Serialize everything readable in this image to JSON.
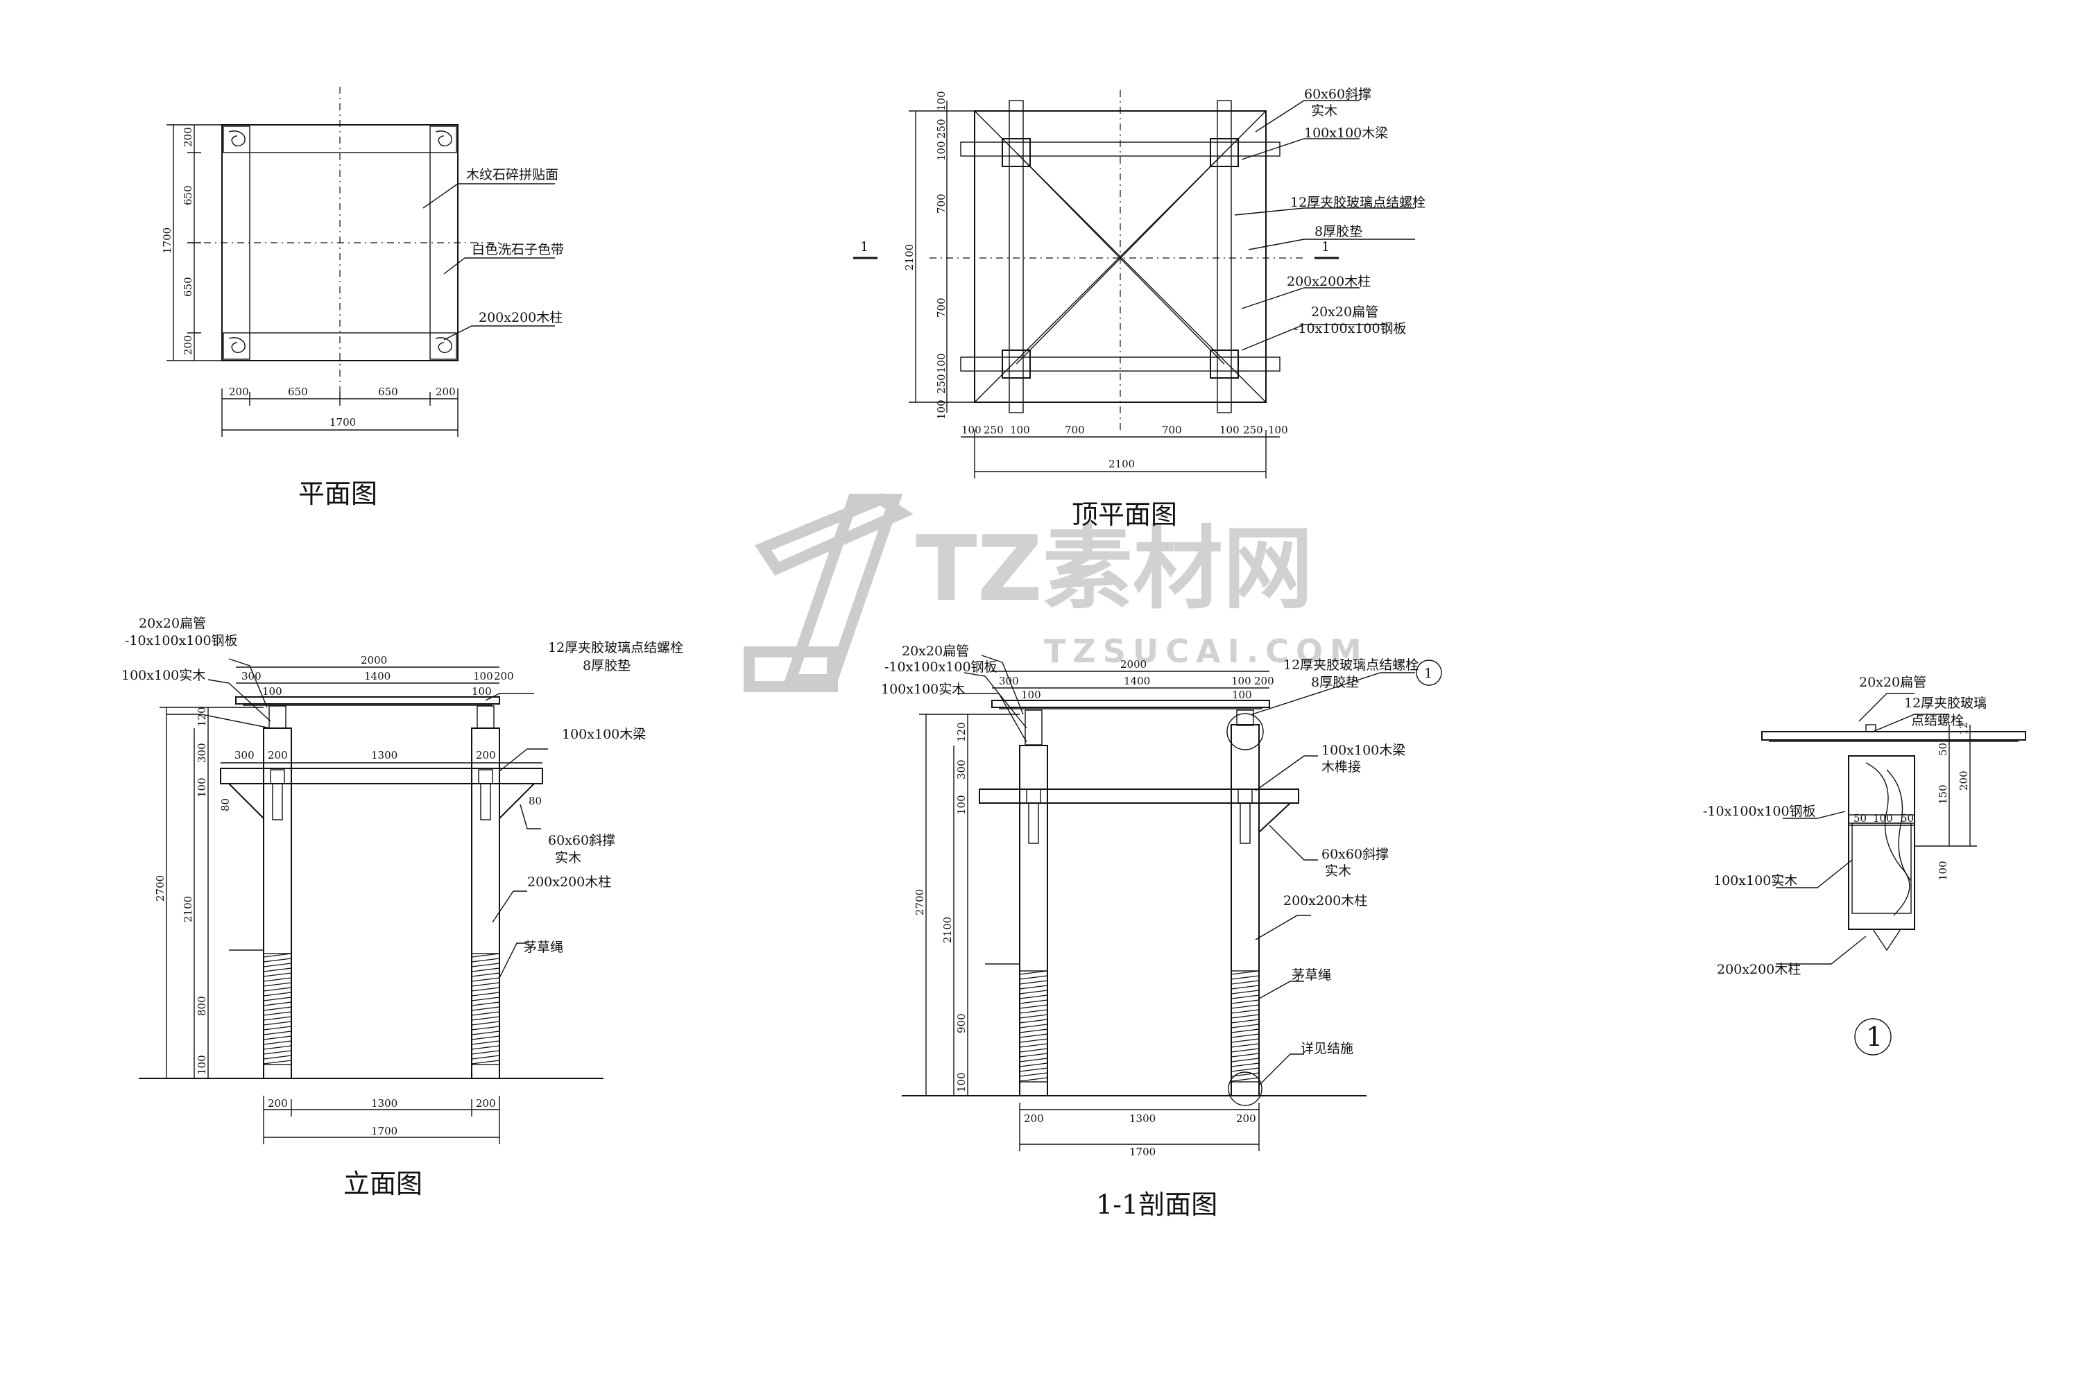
{
  "titles": {
    "plan": "平面图",
    "top_plan": "顶平面图",
    "elevation": "立面图",
    "section": "1-1剖面图"
  },
  "watermark": {
    "brand": "TZ素材网",
    "url": "TZSUCAI.COM"
  },
  "plan": {
    "labels": [
      "木纹石碎拼贴面",
      "白色洗石子色带",
      "200x200木柱"
    ],
    "dims_bottom": [
      "200",
      "650",
      "650",
      "200"
    ],
    "dim_total_bottom": "1700",
    "dims_left": [
      "200",
      "650",
      "650",
      "200"
    ],
    "dim_total_left": "1700"
  },
  "top_plan": {
    "labels": [
      "60x60斜撑",
      "实木",
      "100x100木梁",
      "12厚夹胶玻璃点结螺栓",
      "8厚胶垫",
      "200x200木柱",
      "20x20扁管",
      "-10x100x100钢板"
    ],
    "section_mark": "1",
    "dims_bottom": [
      "100",
      "250",
      "100",
      "700",
      "700",
      "100",
      "250",
      "100"
    ],
    "dim_total_bottom": "2100",
    "dims_left": [
      "100",
      "250",
      "100",
      "700",
      "700",
      "100",
      "250",
      "100"
    ],
    "dim_total_left": "2100"
  },
  "elevation": {
    "labels_left": [
      "20x20扁管",
      "-10x100x100钢板",
      "100x100实木"
    ],
    "labels_right": [
      "12厚夹胶玻璃点结螺栓",
      "8厚胶垫",
      "100x100木梁",
      "60x60斜撑",
      "实木",
      "200x200木柱",
      "茅草绳"
    ],
    "dims_top1": "2000",
    "dims_top2": [
      "300",
      "1400",
      "100",
      "200"
    ],
    "dims_top3": [
      "100",
      "100"
    ],
    "dims_beam": [
      "300",
      "200",
      "1300",
      "200"
    ],
    "dims_bottom": [
      "200",
      "1300",
      "200"
    ],
    "dim_total_bottom": "1700",
    "dims_left": [
      "120",
      "300",
      "100",
      "800",
      "100"
    ],
    "dims_left_total": [
      "2700",
      "2100"
    ],
    "dim_brace": "80",
    "dim_brace2": "80"
  },
  "section": {
    "labels_left": [
      "20x20扁管",
      "-10x100x100钢板",
      "100x100实木"
    ],
    "labels_right": [
      "12厚夹胶玻璃点结螺栓",
      "8厚胶垫",
      "100x100木梁",
      "木榫接",
      "60x60斜撑",
      "实木",
      "200x200木柱",
      "茅草绳",
      "详见结施"
    ],
    "detail_mark": "1",
    "dims_top1": "2000",
    "dims_top2": [
      "300",
      "1400",
      "100",
      "200"
    ],
    "dims_top3": [
      "100",
      "100"
    ],
    "dims_bottom": [
      "200",
      "1300",
      "200"
    ],
    "dim_total_bottom": "1700",
    "dims_left": [
      "120",
      "300",
      "100",
      "900",
      "100"
    ],
    "dims_left_total": [
      "2700",
      "2100"
    ]
  },
  "detail": {
    "labels": [
      "20x20扁管",
      "12厚夹胶玻璃",
      "点结螺栓",
      "-10x100x100钢板",
      "100x100实木",
      "200x200木柱"
    ],
    "dims_top": [
      "50",
      "100",
      "50"
    ],
    "dims_right": [
      "12",
      "50",
      "150",
      "100",
      "200"
    ],
    "mark": "1"
  }
}
